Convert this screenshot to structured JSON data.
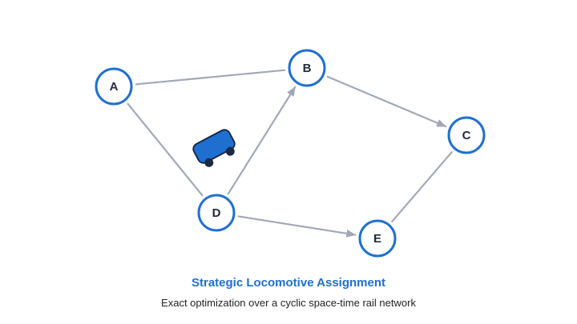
{
  "nodes": [
    {
      "id": "A",
      "label": "A"
    },
    {
      "id": "B",
      "label": "B"
    },
    {
      "id": "C",
      "label": "C"
    },
    {
      "id": "D",
      "label": "D"
    },
    {
      "id": "E",
      "label": "E"
    }
  ],
  "edges": [
    {
      "from": "A",
      "to": "B",
      "arrow": false
    },
    {
      "from": "A",
      "to": "D",
      "arrow": false
    },
    {
      "from": "D",
      "to": "B",
      "arrow": true
    },
    {
      "from": "B",
      "to": "C",
      "arrow": true
    },
    {
      "from": "D",
      "to": "E",
      "arrow": true
    },
    {
      "from": "E",
      "to": "C",
      "arrow": false
    }
  ],
  "icons": [
    {
      "name": "locomotive-icon"
    }
  ],
  "colors": {
    "node_stroke": "#1f6fd1",
    "node_fill": "#ffffff",
    "node_text": "#222b3a",
    "edge": "#a0a8b8",
    "locomotive_body": "#1f6fd1",
    "locomotive_wheels": "#1b2a44",
    "title": "#1f6fd1",
    "subtitle": "#222222"
  },
  "caption": {
    "title": "Strategic Locomotive Assignment",
    "subtitle": "Exact optimization over a cyclic space-time rail network"
  }
}
